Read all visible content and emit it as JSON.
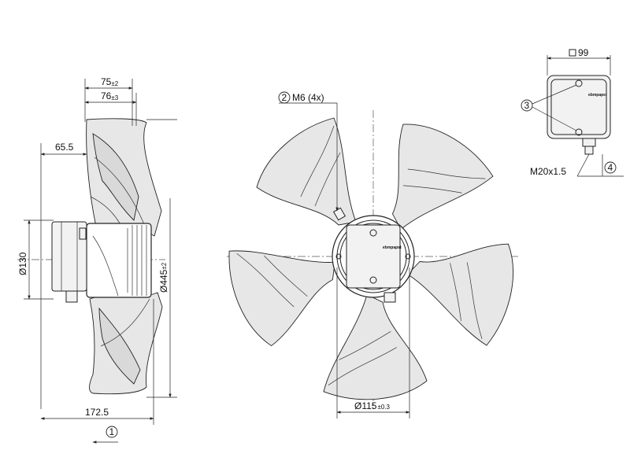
{
  "side_view": {
    "dim_75": "75",
    "dim_75_tol": "±2",
    "dim_76": "76",
    "dim_76_tol": "±3",
    "dim_65_5": "65.5",
    "dim_130": "Ø130",
    "dim_445": "Ø445",
    "dim_445_tol": "±2",
    "dim_172_5": "172.5",
    "callout_1": "1"
  },
  "front_view": {
    "callout_2": "2",
    "mount_label": "M6 (4x)",
    "dim_115": "Ø115",
    "dim_115_tol": "±0.3",
    "hub_brand": "ebmpapst"
  },
  "terminal_box_view": {
    "dim_99": "99",
    "callout_3": "3",
    "callout_4": "4",
    "thread_label": "M20x1.5",
    "box_brand": "ebmpapst"
  }
}
